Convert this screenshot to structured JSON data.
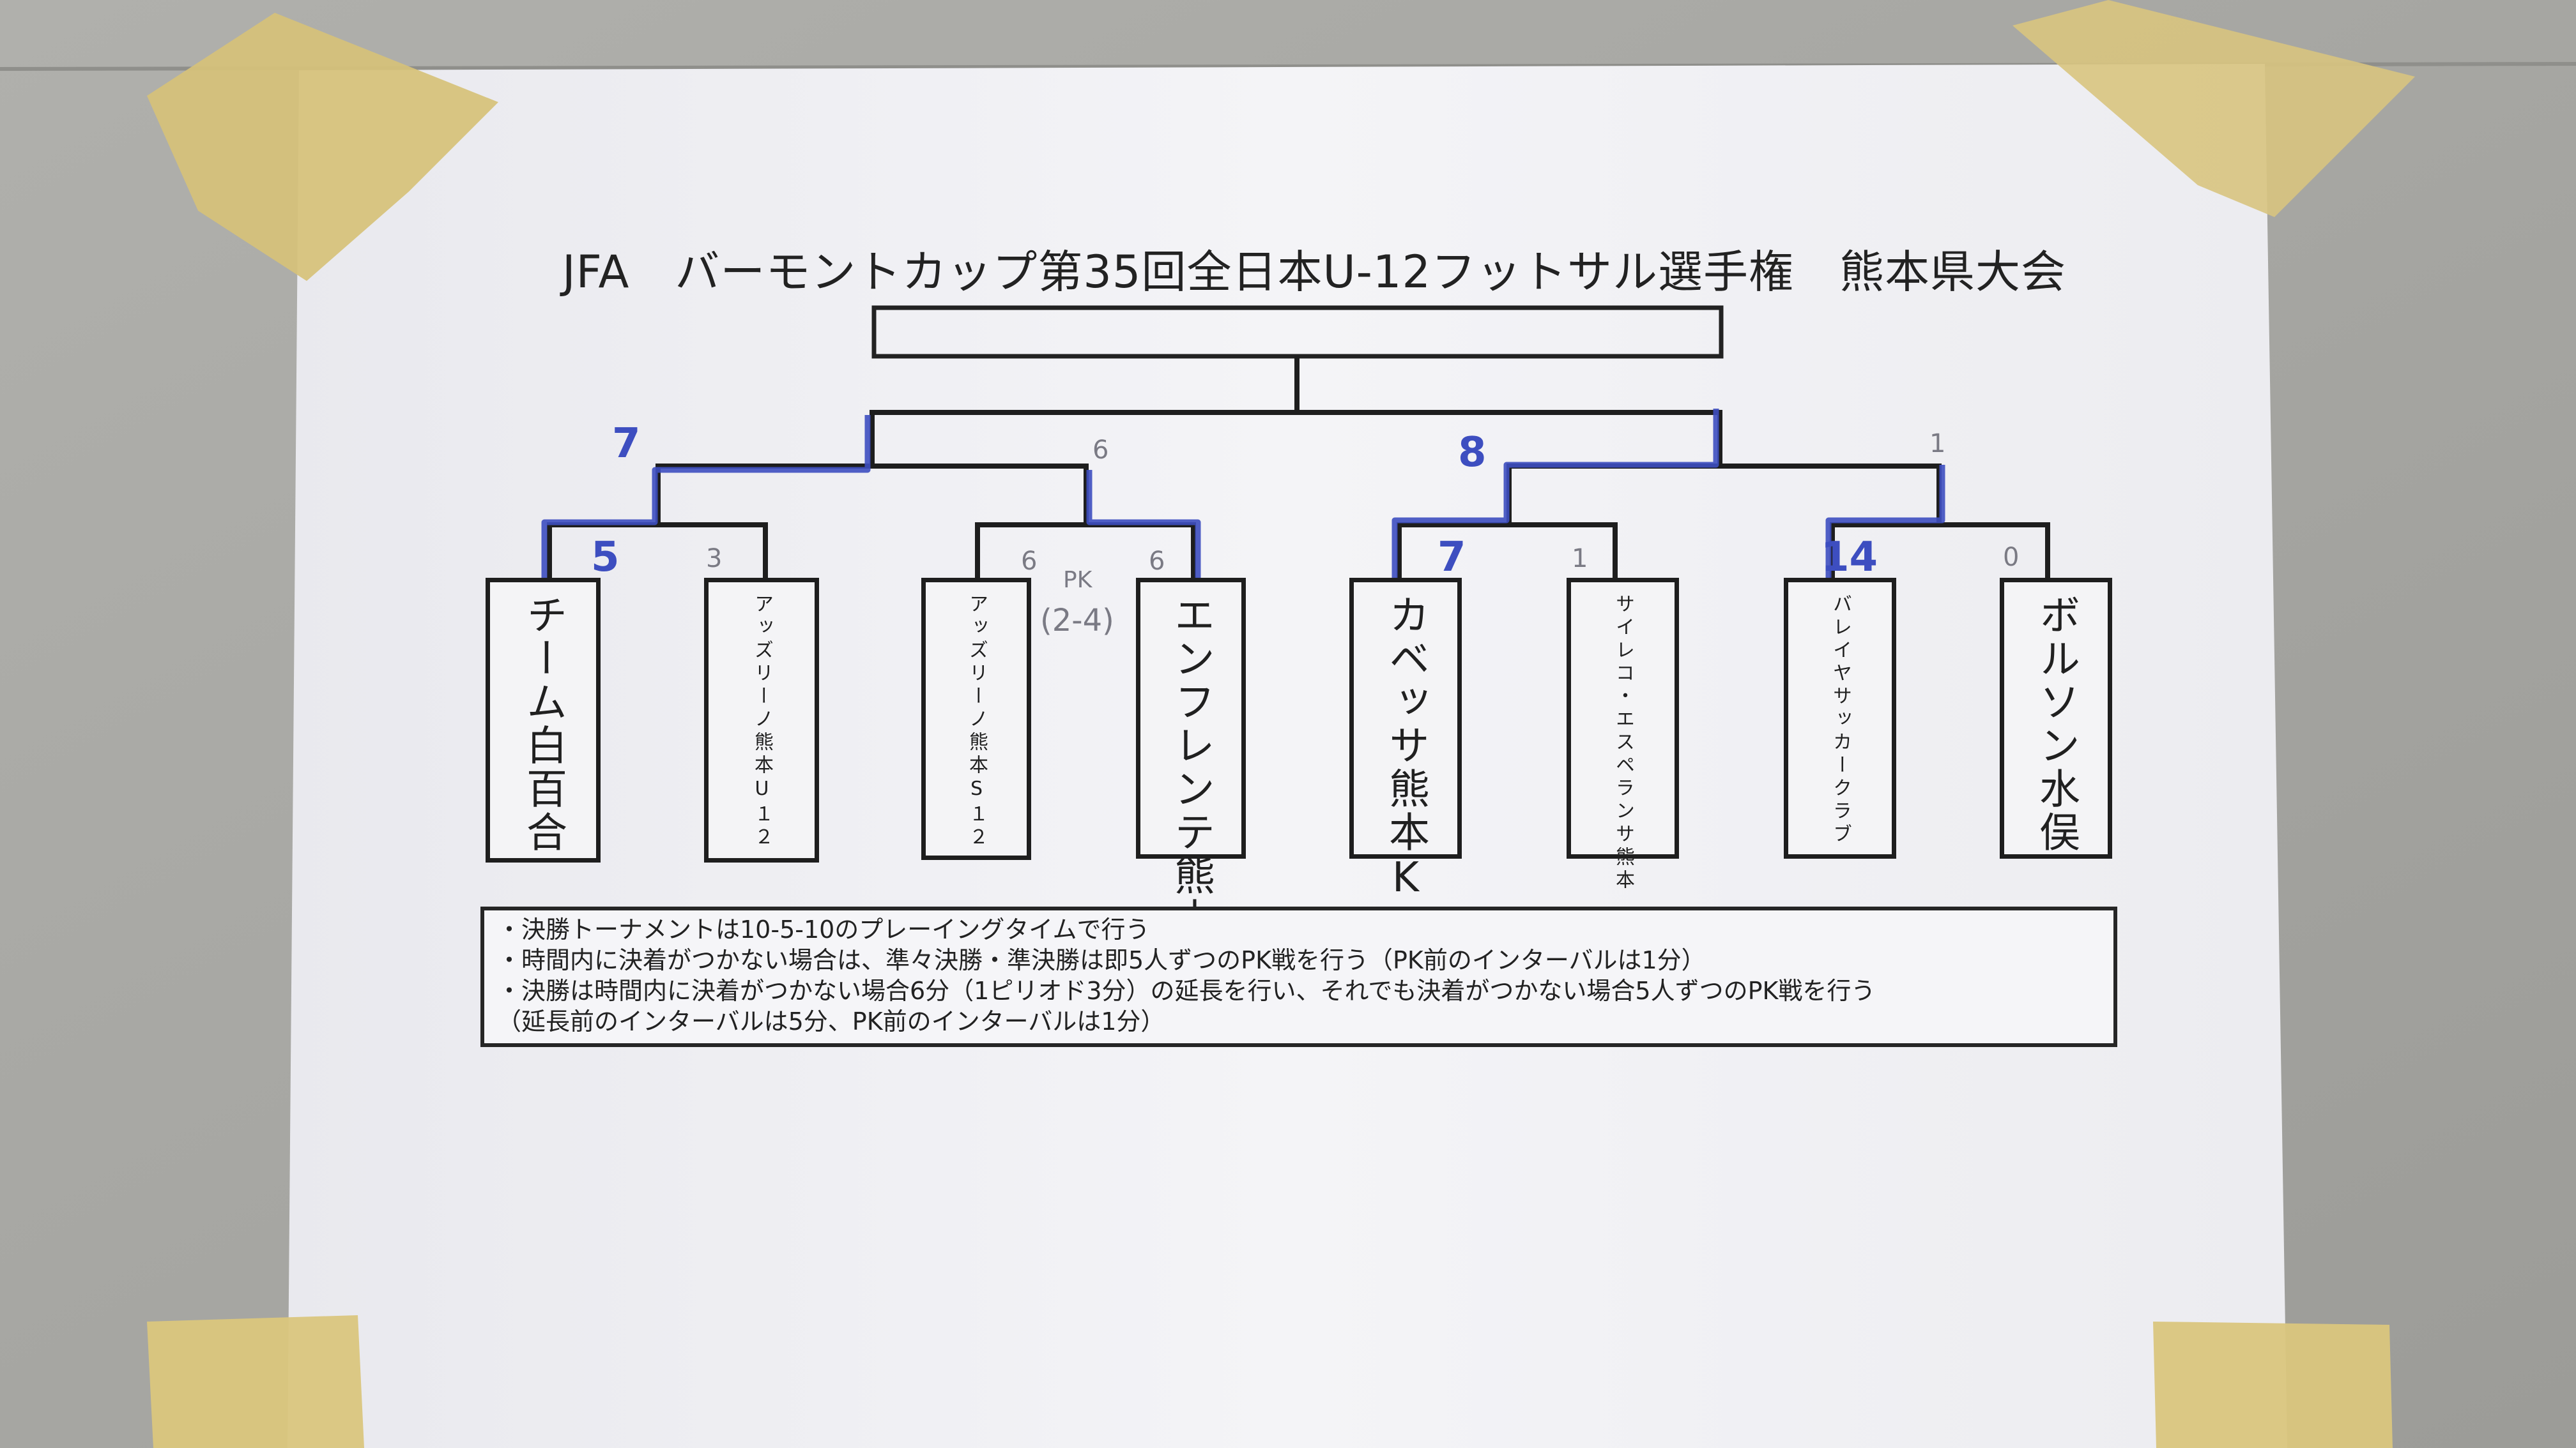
{
  "title": "JFA　バーモントカップ第35回全日本U-12フットサル選手権　熊本県大会",
  "teams": [
    {
      "name": "チーム白百合",
      "score": "5",
      "size": "big"
    },
    {
      "name": "アッズリーノ熊本U１２",
      "score": "3",
      "size": "small"
    },
    {
      "name": "アッズリーノ熊本S１２",
      "score": "6",
      "size": "small"
    },
    {
      "name": "エンフレンテ熊本",
      "score": "6",
      "size": "big"
    },
    {
      "name": "カベッサ熊本K",
      "score": "7",
      "size": "big"
    },
    {
      "name": "サイレコ・エスペランサ熊本",
      "score": "1",
      "size": "small"
    },
    {
      "name": "バレイヤサッカークラブ",
      "score": "14",
      "size": "small"
    },
    {
      "name": "ボルソン水俣",
      "score": "0",
      "size": "big"
    }
  ],
  "semifinal_scores": [
    "7",
    "6",
    "8",
    "1"
  ],
  "pk": {
    "label": "PK",
    "score": "(2-4)"
  },
  "notes": [
    "・決勝トーナメントは10-5-10のプレーイングタイムで行う",
    "・時間内に決着がつかない場合は、準々決勝・準決勝は即5人ずつのPK戦を行う（PK前のインターバルは1分）",
    "・決勝は時間内に決着がつかない場合6分（1ピリオド3分）の延長を行い、それでも決着がつかない場合5人ずつのPK戦を行う",
    "（延長前のインターバルは5分、PK前のインターバルは1分）"
  ],
  "colors": {
    "wall": "#a9a9a5",
    "paper": "#f3f3f6",
    "tape": "#d9c57e",
    "ink": "#1e1e1e",
    "marker_blue": "#3d4ec0"
  }
}
